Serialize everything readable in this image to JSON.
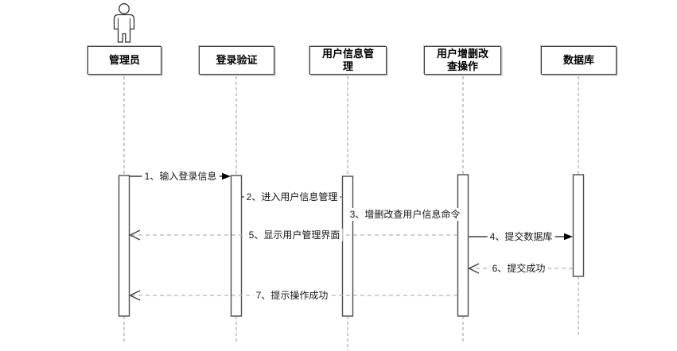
{
  "diagram_type": "uml-sequence",
  "colors": {
    "background": "#ffffff",
    "shape_border": "#3d3d3d",
    "solid_message_line": "#3f3f3f",
    "lifeline_dash": "#999999",
    "return_message_dash": "#b3b3b3",
    "text": "#000000",
    "shadow": "#b8b8b8"
  },
  "lifelines": [
    {
      "id": "admin",
      "label": "管理员",
      "actor": true,
      "icon": "person-actor-icon"
    },
    {
      "id": "login",
      "label": "登录验证"
    },
    {
      "id": "userinfo",
      "label": "用户信息管理"
    },
    {
      "id": "crud",
      "label": "用户增删改查操作"
    },
    {
      "id": "db",
      "label": "数据库"
    }
  ],
  "messages": [
    {
      "seq": 1,
      "label": "1、输入登录信息",
      "from": "管理员",
      "to": "登录验证",
      "kind": "solid-call"
    },
    {
      "seq": 2,
      "label": "2、进入用户信息管理",
      "from": "登录验证",
      "to": "用户信息管理",
      "kind": "solid-call"
    },
    {
      "seq": 3,
      "label": "3、增删改查用户信息命令",
      "from": "用户信息管理",
      "to": "用户增删改查操作",
      "kind": "solid-call"
    },
    {
      "seq": 4,
      "label": "4、提交数据库",
      "from": "用户增删改查操作",
      "to": "数据库",
      "kind": "solid-call"
    },
    {
      "seq": 5,
      "label": "5、显示用户管理界面",
      "from": "用户增删改查操作",
      "to": "管理员",
      "kind": "dashed-return"
    },
    {
      "seq": 6,
      "label": "6、提交成功",
      "from": "数据库",
      "to": "用户增删改查操作",
      "kind": "dashed-return"
    },
    {
      "seq": 7,
      "label": "7、提示操作成功",
      "from": "用户增删改查操作",
      "to": "管理员",
      "kind": "dashed-return"
    }
  ]
}
